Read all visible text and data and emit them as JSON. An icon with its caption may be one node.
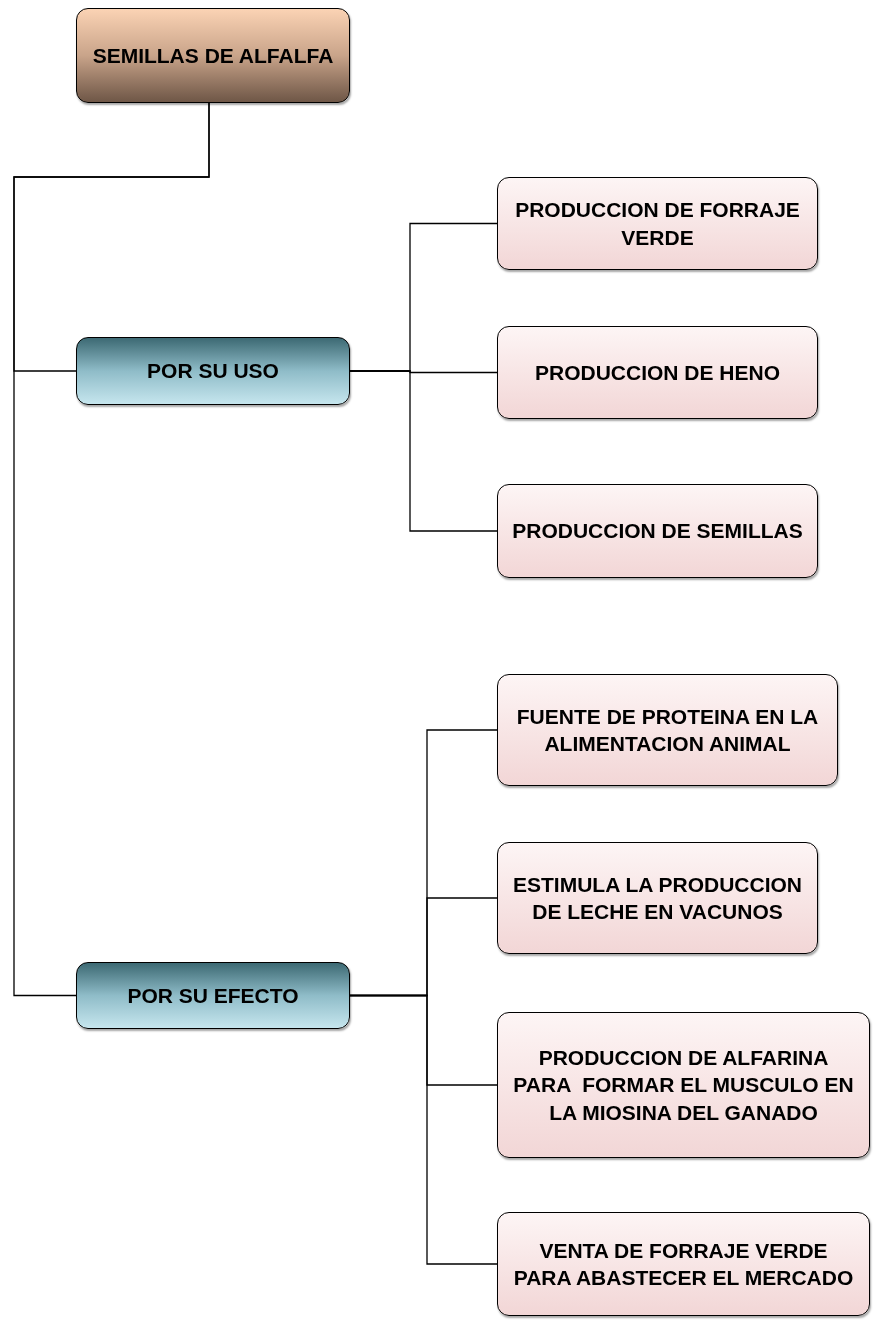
{
  "diagram": {
    "nodes": [
      {
        "text": [
          "SEMILLAS DE ALFALFA"
        ]
      },
      {
        "text": [
          "POR SU USO"
        ]
      },
      {
        "text": [
          "PRODUCCION DE FORRAJE VERDE"
        ]
      },
      {
        "text": [
          "PRODUCCION DE HENO"
        ]
      },
      {
        "text": [
          "PRODUCCION DE SEMILLAS"
        ]
      },
      {
        "text": [
          "POR SU EFECTO"
        ]
      },
      {
        "text": [
          "FUENTE DE PROTEINA EN LA ALIMENTACION ANIMAL"
        ]
      },
      {
        "text": [
          "ESTIMULA LA PRODUCCION DE LECHE EN VACUNOS"
        ]
      },
      {
        "text": [
          "PRODUCCION DE ALFARINA PARA  FORMAR EL MUSCULO EN LA MIOSINA DEL GANADO"
        ]
      },
      {
        "text": [
          "VENTA DE FORRAJE VERDE PARA ABASTECER EL MERCADO"
        ]
      }
    ],
    "edges": [
      {
        "from": 0,
        "to": 1,
        "arrow": "none"
      },
      {
        "from": 0,
        "to": 5,
        "arrow": "none"
      },
      {
        "from": 1,
        "to": 2,
        "arrow": "none"
      },
      {
        "from": 1,
        "to": 3,
        "arrow": "none"
      },
      {
        "from": 1,
        "to": 4,
        "arrow": "none"
      },
      {
        "from": 5,
        "to": 6,
        "arrow": "none"
      },
      {
        "from": 5,
        "to": 7,
        "arrow": "none"
      },
      {
        "from": 5,
        "to": 8,
        "arrow": "none"
      },
      {
        "from": 5,
        "to": 9,
        "arrow": "none"
      }
    ]
  }
}
